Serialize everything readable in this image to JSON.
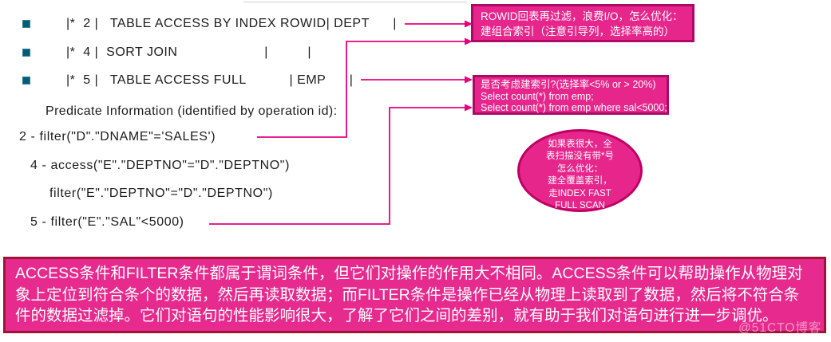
{
  "colors": {
    "callout_fill": "#e7268c",
    "callout_border": "#ad0a68",
    "banner_fill": "#e72a8d",
    "banner_border": "#9e1538",
    "connector": "#e6007e",
    "bullet": "#075a74"
  },
  "plan_rows": [
    "|*  2 |   TABLE ACCESS BY INDEX ROWID| DEPT      |",
    "|*  4 |  SORT JOIN                      |          |",
    "|*  5 |   TABLE ACCESS FULL           | EMP      |"
  ],
  "predicate": {
    "title": "Predicate Information (identified by operation id):",
    "lines": [
      "2 - filter(\"D\".\"DNAME\"='SALES')",
      "4 - access(\"E\".\"DEPTNO\"=\"D\".\"DEPTNO\")",
      "filter(\"E\".\"DEPTNO\"=\"D\".\"DEPTNO\")",
      "5 - filter(\"E\".\"SAL\"<5000)"
    ]
  },
  "callout_rowid": {
    "lines": [
      "ROWID回表再过滤，浪费I/O，怎么优化：",
      "建组合索引（注意引导列，选择率高的）"
    ]
  },
  "callout_index": {
    "lines": [
      "是否考虑建索引?(选择率<5%  or > 20%)",
      "Select count(*) from emp;",
      "Select count(*) from emp where sal<5000;"
    ]
  },
  "ellipse_note": {
    "lines": [
      "如果表很大，全",
      "表扫描没有带*号",
      "怎么优化：",
      "建全覆盖索引，",
      "走INDEX FAST",
      "FULL SCAN"
    ]
  },
  "banner": {
    "lines": [
      "ACCESS条件和FILTER条件都属于谓词条件，但它们对操作的作用大不相同。ACCESS条件可以帮助操作从物理对",
      "象上定位到符合条个的数据，然后再读取数据；而FILTER条件是操作已经从物理上读取到了数据，然后将不符合条",
      "件的数据过滤掉。它们对语句的性能影响很大，了解了它们之间的差别，就有助于我们对语句进行进一步调优。"
    ]
  },
  "watermark": "@51CTO博客"
}
